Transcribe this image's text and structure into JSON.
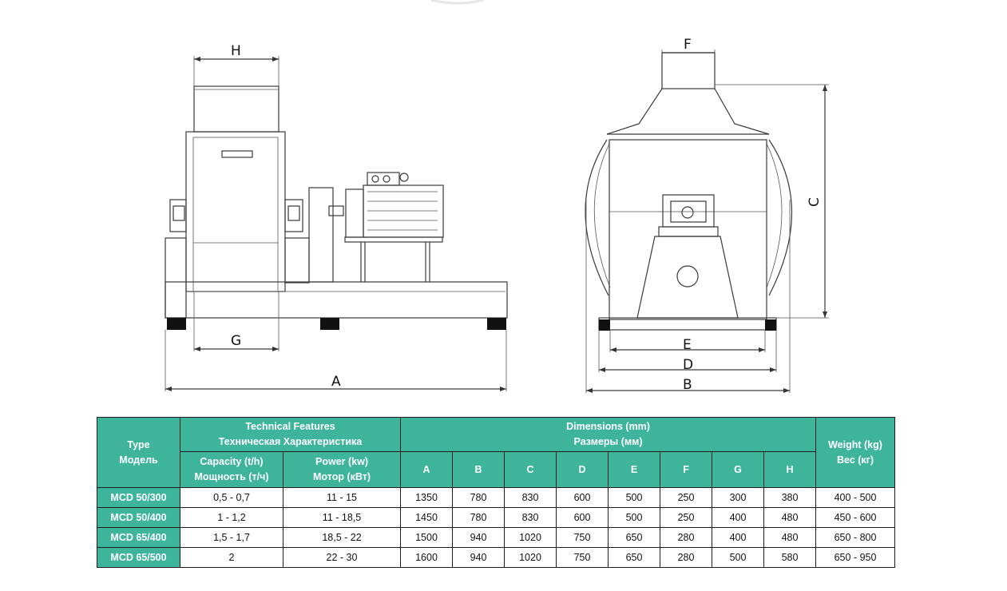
{
  "drawing": {
    "labels": {
      "A": "A",
      "B": "B",
      "C": "C",
      "D": "D",
      "E": "E",
      "F": "F",
      "G": "G",
      "H": "H"
    }
  },
  "table": {
    "type_header": "Type",
    "type_header_ru": "Модель",
    "tech_header": "Technical Features",
    "tech_header_ru": "Техническая Характеристика",
    "capacity_header": "Capacity (t/h)",
    "capacity_header_ru": "Мощность (т/ч)",
    "power_header": "Power (kw)",
    "power_header_ru": "Мотор (кВт)",
    "dims_header": "Dimensions (mm)",
    "dims_header_ru": "Размеры (мм)",
    "weight_header": "Weight (kg)",
    "weight_header_ru": "Вес (кг)",
    "dim_cols": [
      "A",
      "B",
      "C",
      "D",
      "E",
      "F",
      "G",
      "H"
    ],
    "rows": [
      {
        "type": "MCD 50/300",
        "capacity": "0,5 - 0,7",
        "power": "11 - 15",
        "A": "1350",
        "B": "780",
        "C": "830",
        "D": "600",
        "E": "500",
        "F": "250",
        "G": "300",
        "H": "380",
        "weight": "400 - 500"
      },
      {
        "type": "MCD 50/400",
        "capacity": "1 - 1,2",
        "power": "11 - 18,5",
        "A": "1450",
        "B": "780",
        "C": "830",
        "D": "600",
        "E": "500",
        "F": "250",
        "G": "400",
        "H": "480",
        "weight": "450 - 600"
      },
      {
        "type": "MCD 65/400",
        "capacity": "1,5 - 1,7",
        "power": "18,5 - 22",
        "A": "1500",
        "B": "940",
        "C": "1020",
        "D": "750",
        "E": "650",
        "F": "280",
        "G": "400",
        "H": "480",
        "weight": "650 - 800"
      },
      {
        "type": "MCD 65/500",
        "capacity": "2",
        "power": "22 - 30",
        "A": "1600",
        "B": "940",
        "C": "1020",
        "D": "750",
        "E": "650",
        "F": "280",
        "G": "500",
        "H": "580",
        "weight": "650 - 950"
      }
    ]
  }
}
